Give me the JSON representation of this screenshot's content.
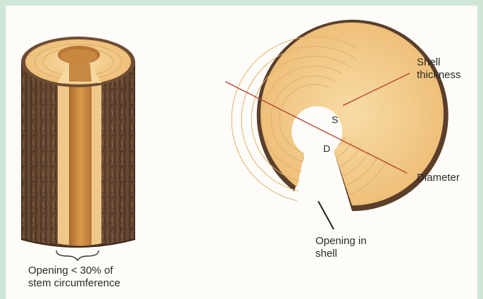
{
  "colors": {
    "frame": "#cfe6d6",
    "bark_dark": "#5b3f2c",
    "bark_mid": "#8a6447",
    "wood_light": "#f2cf8e",
    "wood_ring": "#d9a55d",
    "hollow": "#c98a3c",
    "indicator_line": "#b44030"
  },
  "left_figure": {
    "caption_line1": "Opening < 30% of",
    "caption_line2": "stem circumference"
  },
  "right_figure": {
    "shell_thickness_line1": "Shell",
    "shell_thickness_line2": "thickness",
    "letter_s": "S",
    "letter_d": "D",
    "diameter_label": "Diameter",
    "opening_line1": "Opening in",
    "opening_line2": "shell"
  }
}
